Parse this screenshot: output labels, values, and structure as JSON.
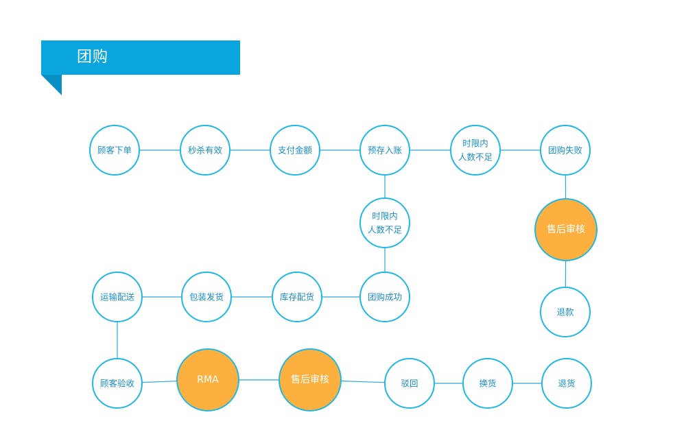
{
  "header": {
    "title": "团购"
  },
  "colors": {
    "banner": "#0aa5df",
    "node_stroke": "#1fb8e6",
    "highlight_fill": "#fbb040",
    "text": "#1a8fc8",
    "line": "#29a9d6"
  },
  "nodes": [
    {
      "id": "n1",
      "lines": [
        "顾客下单"
      ]
    },
    {
      "id": "n2",
      "lines": [
        "秒杀有效"
      ]
    },
    {
      "id": "n3",
      "lines": [
        "支付金额"
      ]
    },
    {
      "id": "n4",
      "lines": [
        "预存入账"
      ]
    },
    {
      "id": "n5",
      "lines": [
        "时限内",
        "人数不足"
      ]
    },
    {
      "id": "n6",
      "lines": [
        "团购失败"
      ]
    },
    {
      "id": "n7",
      "lines": [
        "时限内",
        "人数不足"
      ]
    },
    {
      "id": "n8",
      "lines": [
        "售后审核"
      ],
      "highlight": true
    },
    {
      "id": "n9",
      "lines": [
        "运输配送"
      ]
    },
    {
      "id": "n10",
      "lines": [
        "包装发货"
      ]
    },
    {
      "id": "n11",
      "lines": [
        "库存配货"
      ]
    },
    {
      "id": "n12",
      "lines": [
        "团购成功"
      ]
    },
    {
      "id": "n13",
      "lines": [
        "退款"
      ]
    },
    {
      "id": "n14",
      "lines": [
        "顾客验收"
      ]
    },
    {
      "id": "n15",
      "lines": [
        "RMA"
      ],
      "highlight": true
    },
    {
      "id": "n16",
      "lines": [
        "售后审核"
      ],
      "highlight": true
    },
    {
      "id": "n17",
      "lines": [
        "驳回"
      ]
    },
    {
      "id": "n18",
      "lines": [
        "换货"
      ]
    },
    {
      "id": "n19",
      "lines": [
        "退货"
      ]
    }
  ],
  "edges": [
    [
      "n1",
      "n2"
    ],
    [
      "n2",
      "n3"
    ],
    [
      "n3",
      "n4"
    ],
    [
      "n4",
      "n5"
    ],
    [
      "n5",
      "n6"
    ],
    [
      "n4",
      "n7"
    ],
    [
      "n7",
      "n12"
    ],
    [
      "n6",
      "n8"
    ],
    [
      "n8",
      "n13"
    ],
    [
      "n12",
      "n11"
    ],
    [
      "n11",
      "n10"
    ],
    [
      "n10",
      "n9"
    ],
    [
      "n9",
      "n14"
    ],
    [
      "n14",
      "n15"
    ],
    [
      "n15",
      "n16"
    ],
    [
      "n16",
      "n17"
    ],
    [
      "n17",
      "n18"
    ],
    [
      "n18",
      "n19"
    ]
  ]
}
